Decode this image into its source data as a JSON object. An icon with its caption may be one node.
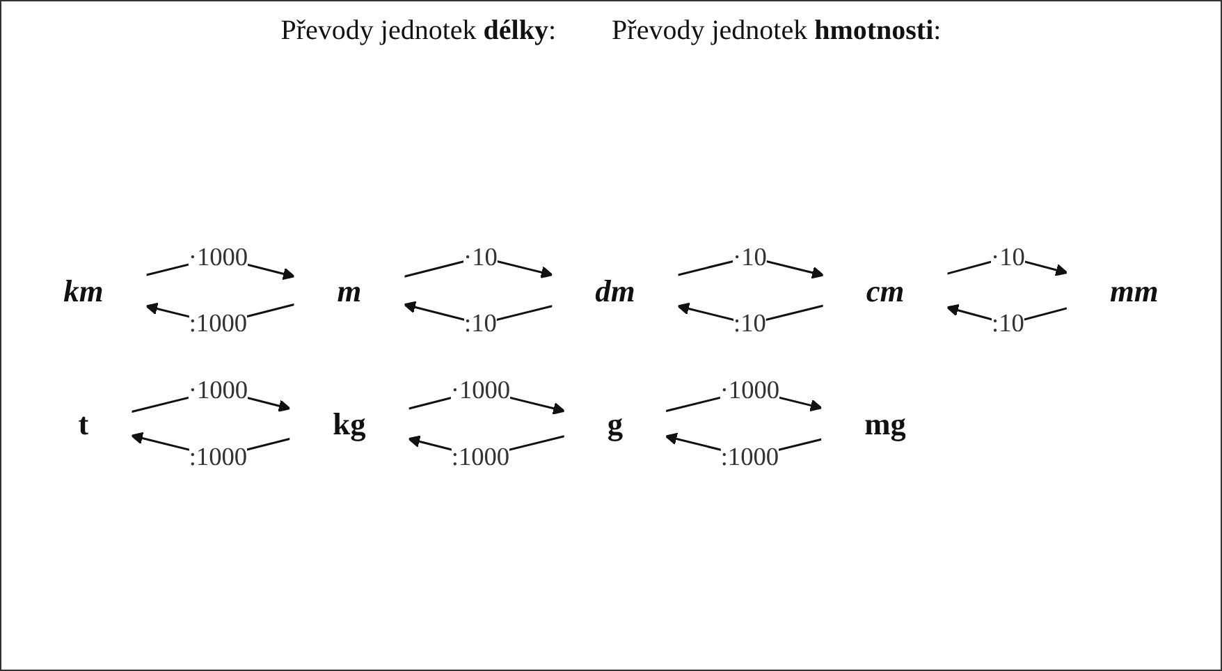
{
  "diagram": {
    "nodes": [
      {
        "text": [
          "km"
        ]
      },
      {
        "text": [
          "m"
        ]
      },
      {
        "text": [
          "dm"
        ]
      },
      {
        "text": [
          "cm"
        ]
      },
      {
        "text": [
          "mm"
        ]
      },
      {
        "text": [
          "t"
        ]
      },
      {
        "text": [
          "kg"
        ]
      },
      {
        "text": [
          "g"
        ]
      },
      {
        "text": [
          "mg"
        ]
      }
    ],
    "edges": [
      {
        "from": 1,
        "to": 0,
        "arrow": "to",
        "label": ":1000"
      },
      {
        "from": 0,
        "to": 1,
        "arrow": "to",
        "label": "·1000"
      },
      {
        "from": 2,
        "to": 1,
        "arrow": "to",
        "label": ":10"
      },
      {
        "from": 1,
        "to": 2,
        "arrow": "to",
        "label": "·10"
      },
      {
        "from": 3,
        "to": 2,
        "arrow": "to",
        "label": ":10"
      },
      {
        "from": 2,
        "to": 3,
        "arrow": "to",
        "label": "·10"
      },
      {
        "from": 4,
        "to": 3,
        "arrow": "to",
        "label": ":10"
      },
      {
        "from": 3,
        "to": 4,
        "arrow": "to",
        "label": "·10"
      },
      {
        "from": 6,
        "to": 5,
        "arrow": "to",
        "label": ":1000"
      },
      {
        "from": 5,
        "to": 6,
        "arrow": "to",
        "label": "·1000"
      },
      {
        "from": 7,
        "to": 6,
        "arrow": "to",
        "label": ":1000"
      },
      {
        "from": 6,
        "to": 7,
        "arrow": "to",
        "label": "·1000"
      },
      {
        "from": 8,
        "to": 7,
        "arrow": "to",
        "label": ":1000"
      },
      {
        "from": 7,
        "to": 8,
        "arrow": "to",
        "label": "·1000"
      }
    ],
    "labels": [
      "Převody jednotek **délky**:",
      "Převody jednotek **hmotnosti**:"
    ]
  }
}
